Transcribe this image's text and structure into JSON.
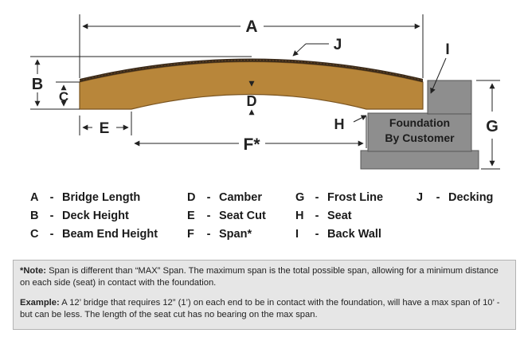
{
  "dimension_labels": {
    "a": "A",
    "b": "B",
    "c": "C",
    "d": "D",
    "e": "E",
    "f": "F*",
    "g": "G",
    "h": "H",
    "i": "I",
    "j": "J"
  },
  "foundation": {
    "line1": "Foundation",
    "line2": "By Customer"
  },
  "legend": [
    {
      "letter": "A",
      "label": "Bridge Length"
    },
    {
      "letter": "B",
      "label": "Deck Height"
    },
    {
      "letter": "C",
      "label": "Beam End Height"
    },
    {
      "letter": "D",
      "label": "Camber"
    },
    {
      "letter": "E",
      "label": "Seat Cut"
    },
    {
      "letter": "F",
      "label": "Span*"
    },
    {
      "letter": "G",
      "label": "Frost Line"
    },
    {
      "letter": "H",
      "label": "Seat"
    },
    {
      "letter": "I",
      "label": "Back Wall"
    },
    {
      "letter": "J",
      "label": "Decking"
    }
  ],
  "legend_separator": "-",
  "note": {
    "heading": "*Note:",
    "text": "Span is different than “MAX” Span. The maximum span is the total possible span, allowing for a minimum distance on each side (seat) in contact with the foundation.",
    "example_heading": "Example:",
    "example_text": "A 12’ bridge that requires 12” (1’) on each end to be in contact with the foundation, will have a max span of 10’ - but can be less. The length of the seat cut has no bearing on the max span."
  },
  "colors": {
    "beam": "#b8863a",
    "beam_edge": "#7a5420",
    "decking": "#3a2a1a",
    "foundation": "#8e8e8e",
    "foundation_dark": "#6e6e6e",
    "line": "#222222",
    "note_bg": "#e6e6e6"
  }
}
